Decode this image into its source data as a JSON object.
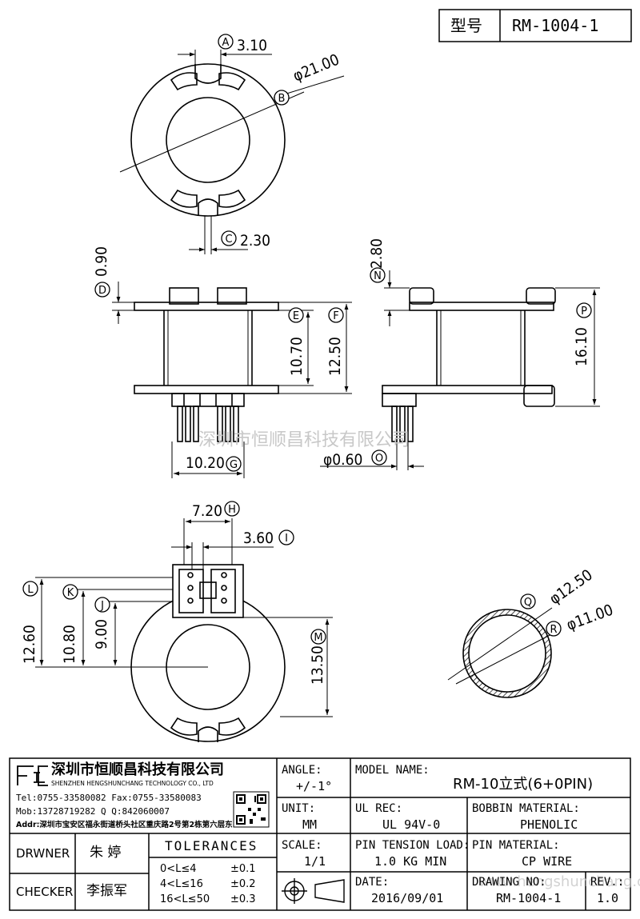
{
  "header": {
    "type_label": "型号",
    "type_value": "RM-1004-1"
  },
  "dimensions": {
    "A": "3.10",
    "B": "φ21.00",
    "C": "2.30",
    "D": "0.90",
    "E": "10.70",
    "F": "12.50",
    "G": "10.20",
    "H": "7.20",
    "I": "3.60",
    "J": "9.00",
    "K": "10.80",
    "L": "12.60",
    "M": "13.50",
    "N": "2.80",
    "O": "φ0.60",
    "P": "16.10",
    "Q": "φ12.50",
    "R": "φ11.00"
  },
  "markers": [
    "A",
    "B",
    "C",
    "D",
    "E",
    "F",
    "G",
    "H",
    "I",
    "J",
    "K",
    "L",
    "M",
    "N",
    "O",
    "P",
    "Q",
    "R"
  ],
  "watermark": "深圳市恒顺昌科技有限公司",
  "watermark_url": "www.hengshunchang.com",
  "company": {
    "logo_text": "HSC",
    "name_cn": "深圳市恒顺昌科技有限公司",
    "name_en": "SHENZHEN HENGSHUNCHANG TECHNOLOGY CO., LTD",
    "tel_fax": "Tel:0755-33580082 Fax:0755-33580083",
    "mob_qq": "Mob:13728719282    Q Q:842060007",
    "addr": "Addr:深圳市宝安区福永街道桥头社区重庆路2号第2栋第六层东"
  },
  "title_block": {
    "angle_label": "ANGLE:",
    "angle_value": "+/-1°",
    "model_name_label": "MODEL NAME:",
    "model_name_value": "RM-10立式(6+0PIN)",
    "unit_label": "UNIT:",
    "unit_value": "MM",
    "ul_rec_label": "UL REC:",
    "ul_rec_value": "UL 94V-0",
    "bobbin_material_label": "BOBBIN MATERIAL:",
    "bobbin_material_value": "PHENOLIC",
    "scale_label": "SCALE:",
    "scale_value": "1/1",
    "pin_tension_label": "PIN TENSION LOAD:",
    "pin_tension_value": "1.0 KG MIN",
    "pin_material_label": "PIN MATERIAL:",
    "pin_material_value": "CP WIRE",
    "date_label": "DATE:",
    "date_value": "2016/09/01",
    "drawing_no_label": "DRAWING NO:",
    "drawing_no_value": "RM-1004-1",
    "rev_label": "REV.:",
    "rev_value": "1.0",
    "drawer_label": "DRWNER",
    "drawer_name": "朱 婷",
    "checker_label": "CHECKER",
    "checker_name": "李振军",
    "tolerances_title": "TOLERANCES",
    "tolerances": [
      {
        "range": "0<L≤4",
        "value": "±0.1"
      },
      {
        "range": "4<L≤16",
        "value": "±0.2"
      },
      {
        "range": "16<L≤50",
        "value": "±0.3"
      }
    ]
  }
}
